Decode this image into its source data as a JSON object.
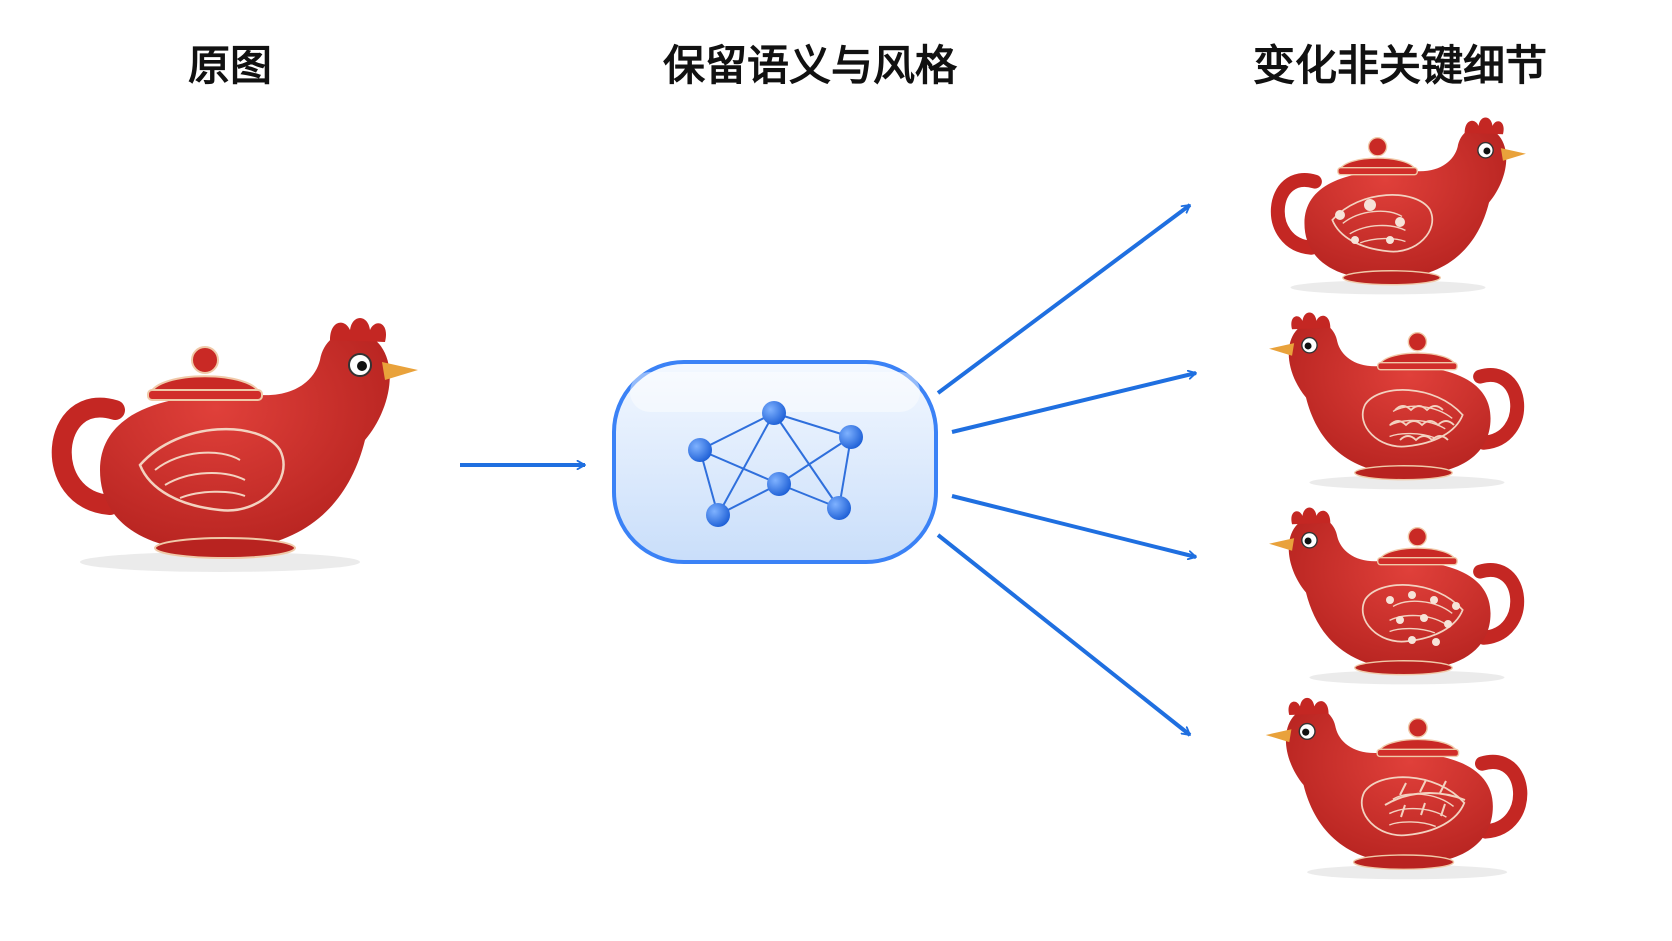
{
  "titles": {
    "original": "原图",
    "preserve": "保留语义与风格",
    "vary": "变化非关键细节"
  },
  "colors": {
    "arrow": "#1f6fe0",
    "teapot_red": "#cf2a26",
    "beak": "#e9a23b",
    "capsule_fill": "#dbeafe",
    "capsule_border": "#3b82f6",
    "node": "#2563eb"
  },
  "icons": {
    "original": "chicken-teapot-icon",
    "center": "semantic-graph-icon",
    "variants": [
      "chicken-teapot-flower-icon",
      "chicken-teapot-scale-icon",
      "chicken-teapot-dots-icon",
      "chicken-teapot-leaf-icon"
    ]
  }
}
